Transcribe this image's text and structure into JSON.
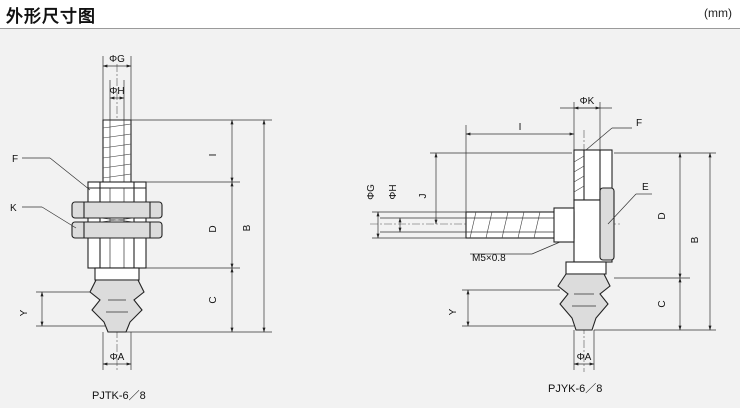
{
  "header": {
    "title": "外形尺寸图",
    "unit": "(mm)"
  },
  "left": {
    "model": "PJTK-6／8",
    "labels": {
      "G": "ΦG",
      "H": "ΦH",
      "I": "I",
      "D": "D",
      "B": "B",
      "C": "C",
      "Y": "Y",
      "A": "ΦA",
      "F": "F",
      "K": "K"
    }
  },
  "right": {
    "model": "PJYK-6／8",
    "labels": {
      "K": "ΦK",
      "I": "I",
      "F": "F",
      "E": "E",
      "G": "ΦG",
      "H": "ΦH",
      "J": "J",
      "D": "D",
      "B": "B",
      "C": "C",
      "Y": "Y",
      "A": "ΦA",
      "thread": "M5×0.8"
    }
  }
}
